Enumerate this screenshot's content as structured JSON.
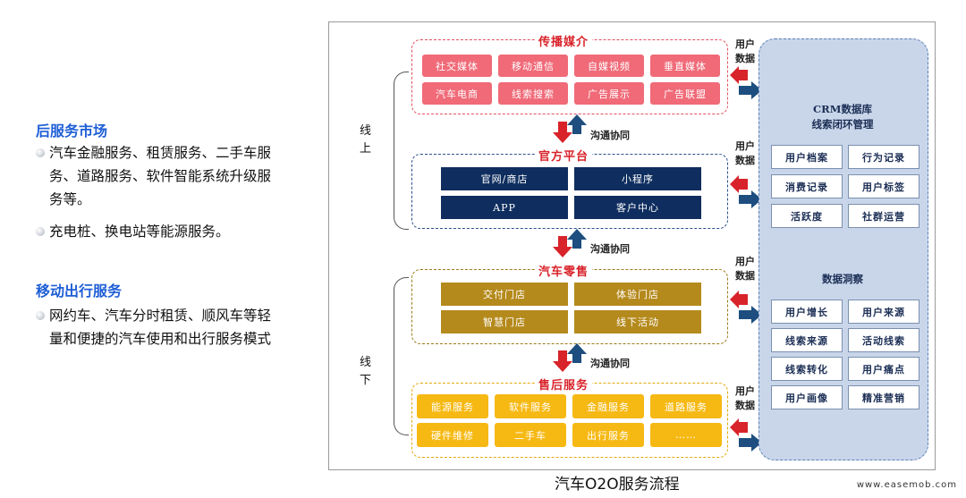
{
  "left_panel": {
    "section1_title": "后服务市场",
    "section1_bullets": [
      "汽车金融服务、租赁服务、二手车服务、道路服务、软件智能系统升级服务等。",
      "充电桩、换电站等能源服务。"
    ],
    "section2_title": "移动出行服务",
    "section2_bullets": [
      "网约车、汽车分时租赁、顺风车等轻量和便捷的汽车使用和出行服务模式"
    ]
  },
  "diagram": {
    "online_label": "线上",
    "offline_label": "线下",
    "comm_label": "沟通协同",
    "user_data_label": "用户数据",
    "groups": {
      "media": {
        "title": "传播媒介",
        "cells": [
          "社交媒体",
          "移动通信",
          "自媒视频",
          "垂直媒体",
          "汽车电商",
          "线索搜索",
          "广告展示",
          "广告联盟"
        ]
      },
      "official": {
        "title": "官方平台",
        "cells": [
          "官网/商店",
          "小程序",
          "APP",
          "客户中心"
        ]
      },
      "retail": {
        "title": "汽车零售",
        "cells": [
          "交付门店",
          "体验门店",
          "智慧门店",
          "线下活动"
        ]
      },
      "after": {
        "title": "售后服务",
        "cells": [
          "能源服务",
          "软件服务",
          "金融服务",
          "道路服务",
          "硬件维修",
          "二手车",
          "出行服务",
          "……"
        ]
      }
    },
    "crm": {
      "title_line1": "CRM数据库",
      "title_line2": "线索闭环管理",
      "top_cells": [
        "用户档案",
        "行为记录",
        "消费记录",
        "用户标签",
        "活跃度",
        "社群运营"
      ],
      "insight_title": "数据洞察",
      "bottom_cells": [
        "用户增长",
        "用户来源",
        "线索来源",
        "活动线索",
        "线索转化",
        "用户痛点",
        "用户画像",
        "精准营销"
      ]
    },
    "caption": "汽车O2O服务流程"
  },
  "watermark_url": "www.easemob.com",
  "colors": {
    "pink": "#f06a78",
    "navy": "#0f2e5f",
    "gold": "#b58a1c",
    "yellow": "#f6b914",
    "crm_bg": "#c9d6ea",
    "title_blue": "#1f5fd6",
    "arrow_red": "#d8232a",
    "arrow_blue": "#1d4e7f"
  }
}
